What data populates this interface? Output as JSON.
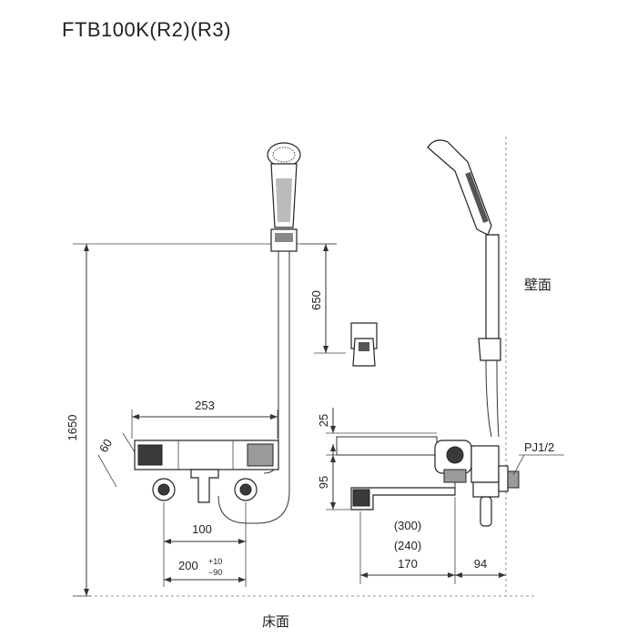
{
  "model": "FTB100K(R2)(R3)",
  "labels": {
    "wall": "壁面",
    "floor": "床面",
    "thread": "PJ1/2"
  },
  "dimensions": {
    "total_height": "1650",
    "hanger_height": "650",
    "body_width": "253",
    "angle": "60",
    "handle_pitch": "100",
    "center_distance": "200",
    "tol_plus": "+10",
    "tol_minus": "−90",
    "top_offset": "25",
    "spout_height": "95",
    "spout_long": "(300)",
    "spout_mid": "(240)",
    "spout_short": "170",
    "wall_offset": "94"
  }
}
